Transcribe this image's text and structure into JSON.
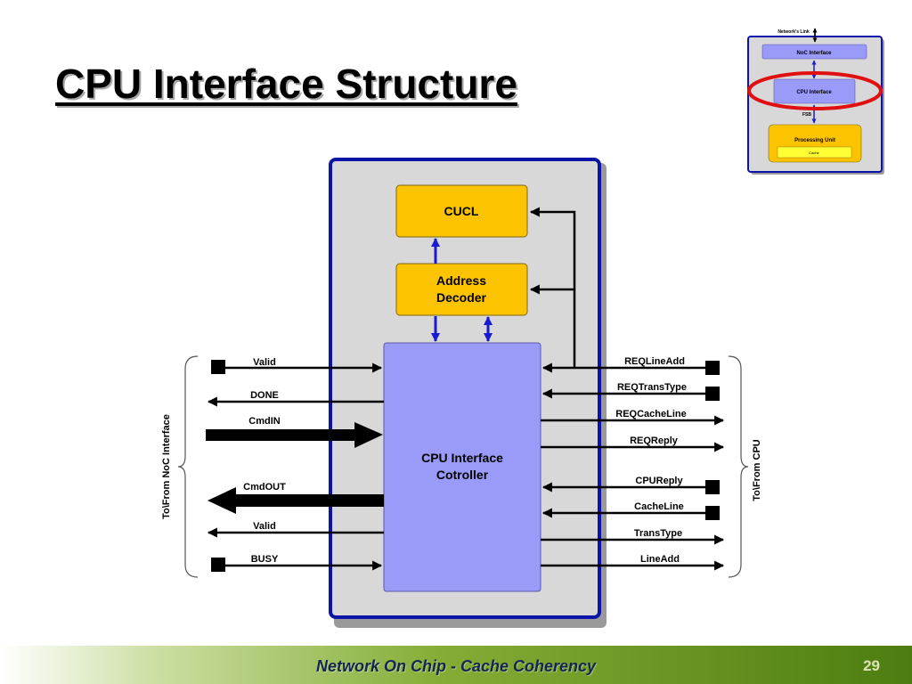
{
  "slide": {
    "title": "CPU Interface Structure",
    "footer": "Network On Chip - Cache Coherency",
    "page_number": "29"
  },
  "diagram": {
    "blocks": {
      "cucl": "CUCL",
      "decoder_line1": "Address",
      "decoder_line2": "Decoder",
      "controller_line1": "CPU Interface",
      "controller_line2": "Cotroller"
    },
    "left_signals": {
      "valid_in": "Valid",
      "done": "DONE",
      "cmd_in": "CmdIN",
      "cmd_out": "CmdOUT",
      "valid_out": "Valid",
      "busy": "BUSY"
    },
    "right_signals": {
      "req_line_add": "REQLineAdd",
      "req_trans_type": "REQTransType",
      "req_cache_line": "REQCacheLine",
      "req_reply": "REQReply",
      "cpu_reply": "CPUReply",
      "cache_line": "CacheLine",
      "trans_type": "TransType",
      "line_add": "LineAdd"
    },
    "side_labels": {
      "left": "To\\From NoC Interface",
      "right": "To\\From CPU"
    }
  },
  "thumbnail": {
    "network_link": "Network's Link",
    "noc_interface": "NoC Interface",
    "cpu_interface": "CPU Interface",
    "fsb": "FSB",
    "processing_unit": "Processing Unit",
    "cache": "Cache"
  },
  "colors": {
    "frame_border": "#0a14a8",
    "frame_fill": "#d8d8d8",
    "block_yellow": "#fcc300",
    "controller_fill": "#9a9af8",
    "bus_arrow": "#1a1ad0",
    "highlight_ring": "#e01010"
  }
}
